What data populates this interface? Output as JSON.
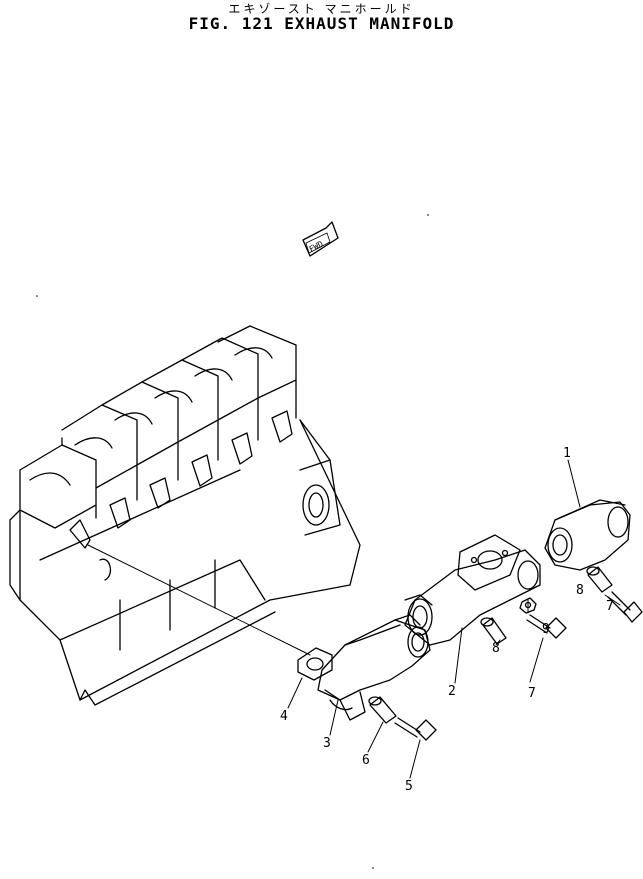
{
  "header": {
    "title_jp": "エキゾースト マニホールド",
    "title": "FIG. 121  EXHAUST  MANIFOLD"
  },
  "fwd_label": "FWD",
  "callouts": [
    {
      "id": "c1",
      "label": "1"
    },
    {
      "id": "c2",
      "label": "2"
    },
    {
      "id": "c3",
      "label": "3"
    },
    {
      "id": "c4",
      "label": "4"
    },
    {
      "id": "c5",
      "label": "5"
    },
    {
      "id": "c6",
      "label": "6"
    },
    {
      "id": "c7a",
      "label": "7"
    },
    {
      "id": "c7b",
      "label": "7"
    },
    {
      "id": "c8a",
      "label": "8"
    },
    {
      "id": "c8b",
      "label": "8"
    },
    {
      "id": "c9",
      "label": "9"
    }
  ]
}
